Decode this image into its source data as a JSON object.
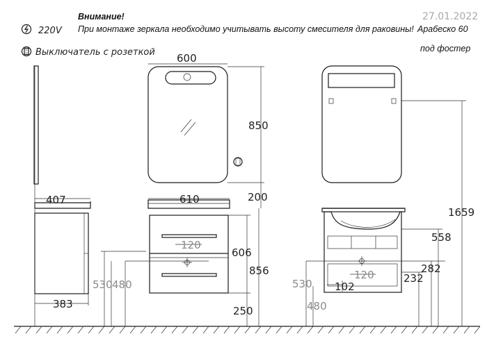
{
  "header": {
    "warning_title": "Внимание!",
    "warning_text": "При монтаже зеркала необходимо учитывать высоту смесителя для раковины!",
    "date": "27.01.2022",
    "model": "Арабеско  60",
    "model_sub": "под фостер"
  },
  "legend": {
    "power_label": "220V",
    "switch_label": "Выключатель  с  розеткой",
    "power_icon": "lightning-circle-icon",
    "switch_icon": "switch-socket-icon"
  },
  "dimensions": {
    "mirror_width": "600",
    "mirror_height": "850",
    "mirror_gap": "200",
    "side_depth_top": "407",
    "side_depth_bottom": "383",
    "side_h1": "530",
    "side_h2": "480",
    "front_width": "610",
    "front_drain_spacing": "120",
    "front_body_height": "606",
    "front_total_height": "856",
    "front_floor_gap": "250",
    "back_total_height": "1659",
    "back_h_558": "558",
    "back_h_282": "282",
    "back_h_232": "232",
    "back_h_530": "530",
    "back_h_480": "480",
    "back_drain_spacing": "120",
    "back_offset_102": "102"
  }
}
